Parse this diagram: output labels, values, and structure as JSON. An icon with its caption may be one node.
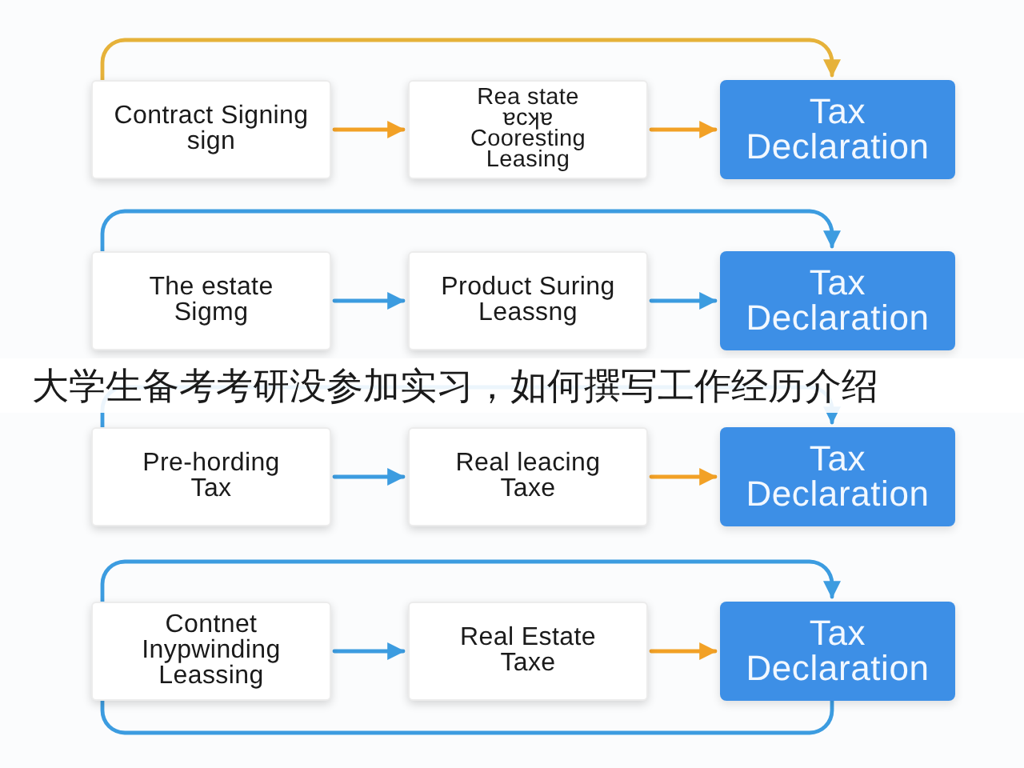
{
  "diagram": {
    "nodes": [
      {
        "text": [
          "Contract Signing sign"
        ]
      },
      {
        "text": [
          "Rea state ɐcʞɐ Cooresting Leasing"
        ]
      },
      {
        "text": [
          "Tax Declaration"
        ]
      },
      {
        "text": [
          "The estate Sigmg"
        ]
      },
      {
        "text": [
          "Product Suring Leassng"
        ]
      },
      {
        "text": [
          "Tax Declaration"
        ]
      },
      {
        "text": [
          "Pre-hording Tax"
        ]
      },
      {
        "text": [
          "Real leacing Taxe"
        ]
      },
      {
        "text": [
          "Tax Declaration"
        ]
      },
      {
        "text": [
          "Contnet Inypwinding Leassing"
        ]
      },
      {
        "text": [
          "Real Estate Taxe"
        ]
      },
      {
        "text": [
          "Tax Declaration"
        ]
      }
    ],
    "edges": [
      {
        "from": 0,
        "to": 1,
        "arrow": "to",
        "color": "#f2a126"
      },
      {
        "from": 1,
        "to": 2,
        "arrow": "to",
        "color": "#f2a126"
      },
      {
        "from": 0,
        "to": 2,
        "arrow": "to",
        "color": "#e6b23a"
      },
      {
        "from": 3,
        "to": 4,
        "arrow": "to"
      },
      {
        "from": 4,
        "to": 5,
        "arrow": "to"
      },
      {
        "from": 3,
        "to": 5,
        "arrow": "to"
      },
      {
        "from": 6,
        "to": 7,
        "arrow": "to"
      },
      {
        "from": 7,
        "to": 8,
        "arrow": "to",
        "color": "#f2a126"
      },
      {
        "from": 6,
        "to": 8,
        "arrow": "to"
      },
      {
        "from": 9,
        "to": 10,
        "arrow": "to"
      },
      {
        "from": 10,
        "to": 11,
        "arrow": "to",
        "color": "#f2a126"
      },
      {
        "from": 9,
        "to": 11,
        "arrow": "to"
      },
      {
        "from": 9,
        "to": 11,
        "arrow": "none"
      }
    ],
    "labels": [
      "大学生备考考研没参加实习，如何撰写工作经历介绍"
    ]
  }
}
